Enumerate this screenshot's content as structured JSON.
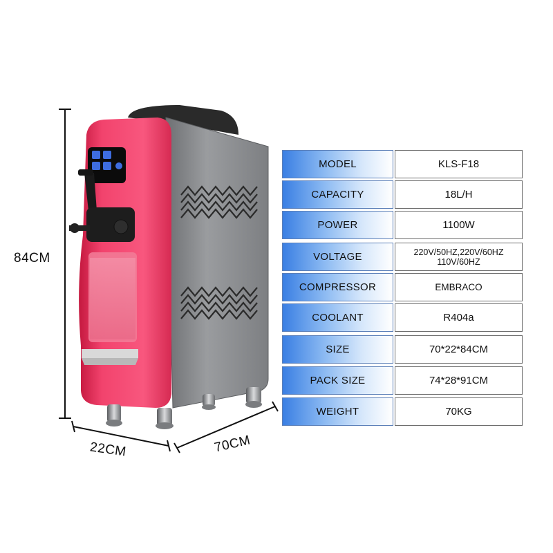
{
  "dimensions": {
    "height": "84CM",
    "depth": "22CM",
    "width": "70CM"
  },
  "specs": [
    {
      "label": "MODEL",
      "value": "KLS-F18"
    },
    {
      "label": "CAPACITY",
      "value": "18L/H"
    },
    {
      "label": "POWER",
      "value": "1100W"
    },
    {
      "label": "VOLTAGE",
      "value": "220V/50HZ,220V/60HZ",
      "value2": "110V/60HZ"
    },
    {
      "label": "COMPRESSOR",
      "value": "EMBRACO"
    },
    {
      "label": "COOLANT",
      "value": "R404a"
    },
    {
      "label": "SIZE",
      "value": "70*22*84CM"
    },
    {
      "label": "PACK SIZE",
      "value": "74*28*91CM"
    },
    {
      "label": "WEIGHT",
      "value": "70KG"
    }
  ],
  "colors": {
    "body_pink": "#f03a66",
    "side_gray": "#8d8f92",
    "label_blue": "#3a7fe3"
  }
}
